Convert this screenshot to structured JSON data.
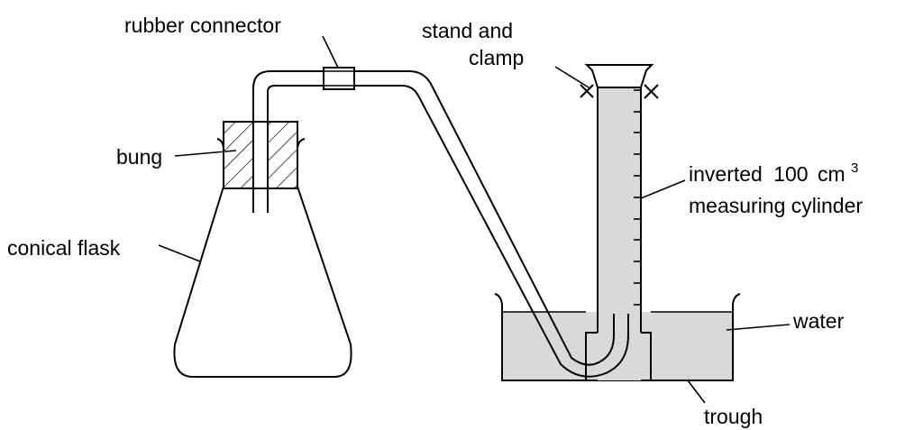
{
  "labels": {
    "rubber_connector": "rubber connector",
    "stand_and_clamp_line1": "stand and",
    "stand_and_clamp_line2": "clamp",
    "bung": "bung",
    "conical_flask": "conical flask",
    "cylinder_line1_word": "inverted",
    "cylinder_line1_value": "100",
    "cylinder_line1_unit": "cm",
    "cylinder_line1_sup": "3",
    "cylinder_line2": "measuring cylinder",
    "water": "water",
    "trough": "trough"
  },
  "colors": {
    "ink": "#000000",
    "water_fill": "#d9d9d9",
    "background": "#ffffff"
  }
}
